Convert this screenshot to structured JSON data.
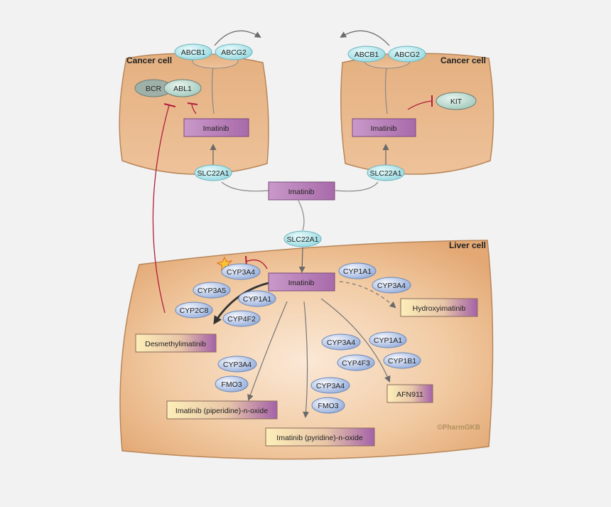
{
  "cells": {
    "cancer_left": "Cancer cell",
    "cancer_right": "Cancer cell",
    "liver": "Liver cell"
  },
  "drug": "Imatinib",
  "transporters": {
    "efflux_a": "ABCB1",
    "efflux_b": "ABCG2",
    "uptake": "SLC22A1"
  },
  "targets": {
    "bcr": "BCR",
    "abl1": "ABL1",
    "kit": "KIT"
  },
  "enzymes": {
    "cyp3a4": "CYP3A4",
    "cyp3a5": "CYP3A5",
    "cyp2c8": "CYP2C8",
    "cyp1a1": "CYP1A1",
    "cyp4f2": "CYP4F2",
    "cyp4f3": "CYP4F3",
    "cyp1b1": "CYP1B1",
    "fmo3": "FMO3"
  },
  "metabolites": {
    "desmethyl": "Desmethylimatinib",
    "hydroxy": "Hydroxyimatinib",
    "afn911": "AFN911",
    "piperidine_oxide": "Imatinib (piperidine)-n-oxide",
    "pyridine_oxide": "Imatinib (pyridine)-n-oxide"
  },
  "watermark": "©PharmGKB",
  "colors": {
    "cell_fill": "#e8b98a",
    "cell_stroke": "#b8865a",
    "drug_box": "#b47bb5",
    "transporter": "#a8e3e8",
    "enzyme": "#a9bfe4",
    "metabolite_start": "#fbe6a6",
    "metabolite_end": "#a565a8",
    "inhibition": "#b01e3c",
    "arrow": "#6a6a6a",
    "major_arrow": "#333333"
  }
}
